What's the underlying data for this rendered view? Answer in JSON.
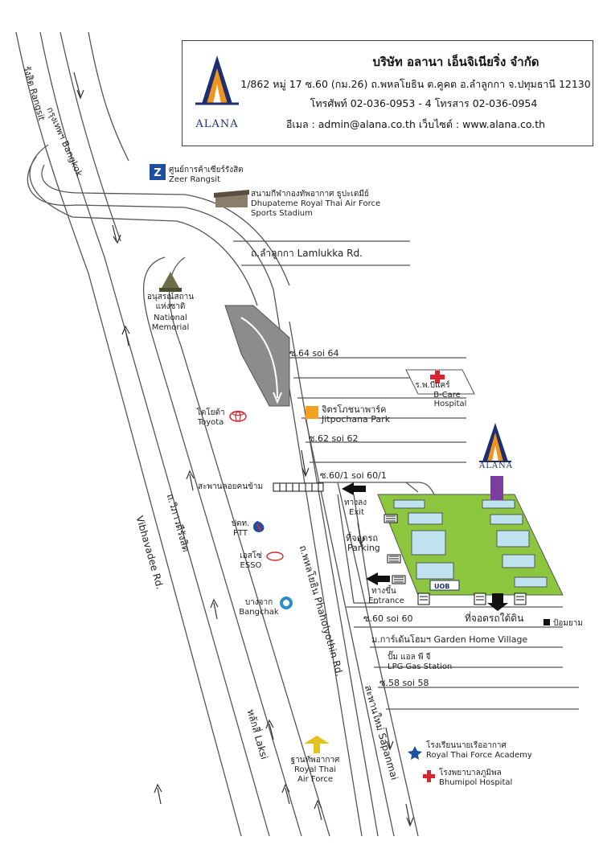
{
  "company": {
    "name": "บริษัท อลานา เอ็นจิเนียริ่ง จำกัด",
    "address": "1/862 หมู่ 17 ซ.60 (กม.26) ถ.พหลโยธิน ต.คูคต อ.ลำลูกกา จ.ปทุมธานี 12130",
    "phone": "โทรศัพท์ 02-036-0953 - 4  โทรสาร 02-036-0954",
    "email_web": "อีเมล : admin@alana.co.th  เว็บไซต์ : www.alana.co.th",
    "logo_text": "ALANA"
  },
  "roads": {
    "bangkok": "กรุงเทพฯ Bangkok",
    "rangsit": "รังสิต Rangsit",
    "lamlukka": "ถ.ลำลูกกา Lamlukka Rd.",
    "vibhavadee_th": "ถ.วิภาวดีรังสิต",
    "vibhavadee_en": "Vibhavadee Rd.",
    "phaholyothin": "ถ.พหลโยธิน Phaholyothin Rd.",
    "laksi": "หลักสี่  Laksi",
    "sapanmai": "สะพานใหม่  Sapanmai",
    "soi64": "ซ.64 soi 64",
    "soi62": "ซ.62 soi 62",
    "soi601": "ซ.60/1 soi 60/1",
    "soi60": "ซ.60 soi 60",
    "soi58": "ซ.58 soi 58",
    "garden_home": "ม.การ์เด้นโฮมฯ Garden Home Village"
  },
  "landmarks": {
    "zeer_th": "ศูนย์การค้าเซียร์รังสิต",
    "zeer_en": "Zeer Rangsit",
    "stadium_th": "สนามกีฬากองทัพอากาศ ธูปะเตมีย์",
    "stadium_en1": "Dhupateme Royal Thai Air Force",
    "stadium_en2": "Sports Stadium",
    "memorial_th1": "อนุสรณ์สถาน",
    "memorial_th2": "แห่งชาติ",
    "memorial_en1": "National",
    "memorial_en2": "Memorial",
    "bcare_th": "ร.พ.บีแคร์",
    "bcare_en1": "B-Care",
    "bcare_en2": "Hospital",
    "park_th": "จิตรโภชนาพาร์ค",
    "park_en": "Jitpochana Park",
    "toyota_th": "โตโยต้า",
    "toyota_en": "Toyota",
    "footbridge": "สะพานลอยคนข้าม",
    "ptt_th": "ปตท.",
    "ptt_en": "PTT",
    "esso_th": "เอสโซ่",
    "esso_en": "ESSO",
    "bangchak_th": "บางจาก",
    "bangchak_en": "Bangchak",
    "exit_th": "ทางลง",
    "exit_en": "Exit",
    "parking_th": "ที่จอดรถ",
    "parking_en": "Parking",
    "entrance_th": "ทางขึ้น",
    "entrance_en": "Entrance",
    "underground_parking": "ที่จอดรถใต้ดิน",
    "uob": "UOB",
    "police": "ป้อมยาม",
    "lpg_th": "ปั๊ม แอล พี จี",
    "lpg_en": "LPG Gas Station",
    "airforce_th": "ฐานทัพอากาศ",
    "airforce_en1": "Royal Thai",
    "airforce_en2": "Air Force",
    "academy_th": "โรงเรียนนายเรืออากาศ",
    "academy_en": "Royal Thai Force Academy",
    "bhumipol_th": "โรงพยาบาลภูมิพล",
    "bhumipol_en": "Bhumipol Hospital"
  },
  "colors": {
    "logo_blue": "#1d2f6f",
    "logo_orange": "#f0961e",
    "building_green": "#8cc63f",
    "window_blue": "#bfe3ee",
    "flyover_gray": "#8c8c8c",
    "purple": "#7b3fa0",
    "hospital_red": "#d7262e"
  }
}
